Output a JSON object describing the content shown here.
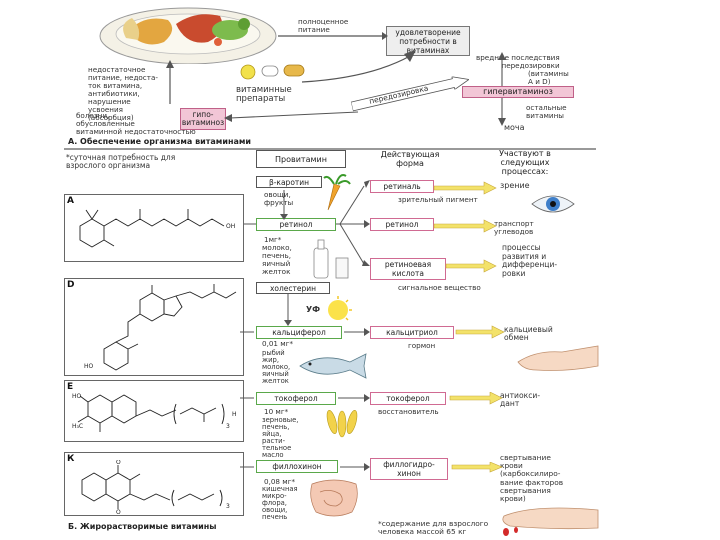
{
  "top": {
    "full_nutrition": "полноценное\nпитание",
    "satisfy_need": "удовлетворение\nпотребности в\nвитаминах",
    "insufficient": "недостаточное\nпитание, недоста-\nток витамина,\nантибиотики,\nнарушение\nусвоения\n(абсорбция)",
    "vitamin_preparations": "витаминные\nпрепараты",
    "harmful": "вредные последствия\nпередозировки",
    "vitamins_ad": "(витамины\nA и D)",
    "hypervitaminosis": "гипервитаминоз",
    "other_vitamins": "остальные\nвитамины",
    "urine": "моча",
    "overdose": "передозировка",
    "hypovitaminosis": "гипо-\nвитаминоз",
    "diseases": "болезни,\nобусловленные\nвитаминной недостаточностью",
    "section_a": "А. Обеспечение организма витаминами"
  },
  "table": {
    "daily_need": "*суточная потребность для\nвзрослого организма",
    "col_provitamin": "Провитамин",
    "col_active_form": "Действующая\nформа",
    "col_participates": "Участвуют в\nследующих\nпроцессах:"
  },
  "row_a": {
    "letter": "А",
    "beta_carotene": "β-каротин",
    "vegetables": "овощи,\nфрукты",
    "retinal": "ретиналь",
    "vision": "зрение",
    "visual_pigment": "зрительный пигмент",
    "retinol_left": "ретинол",
    "retinol_right": "ретинол",
    "transport": "транспорт\nуглеводов",
    "dose": "1мг*",
    "sources": "молоко,\nпечень,\nяичный\nжелток",
    "retinoic_acid": "ретиноевая\nкислота",
    "development": "процессы\nразвития и\nдифференци-\nровки",
    "signal": "сигнальное вещество"
  },
  "row_d": {
    "letter": "D",
    "cholesterol": "холестерин",
    "uv": "УФ",
    "calciferol": "кальциферол",
    "calcitriol": "кальцитриол",
    "calcium": "кальциевый\nобмен",
    "dose": "0,01 мг*",
    "hormone": "гормон",
    "sources": "рыбий\nжир,\nмолоко,\nяичный\nжелток"
  },
  "row_e": {
    "letter": "Е",
    "tocopherol_left": "токоферол",
    "tocopherol_right": "токоферол",
    "antioxidant": "антиокси-\nдант",
    "dose": "10 мг*",
    "reductant": "восстановитель",
    "sources": "зерновые,\nпечень,\nяйца,\nрасти-\nтельное\nмасло"
  },
  "row_k": {
    "letter": "К",
    "phylloquinone": "филлохинон",
    "phylloquinol": "филлогидро-\nхинон",
    "clotting": "свертывание\nкрови\n(карбоксилиро-\nвание факторов\nсвертывания\nкрови)",
    "dose": "0,08 мг*",
    "sources": "кишечная\nмикро-\nфлора,\nовощи,\nпечень"
  },
  "footer": {
    "section_b": "Б. Жирорастворимые витамины",
    "note": "*содержание для взрослого\nчеловека массой 65 кг"
  },
  "colors": {
    "pink": "#f2c6d6",
    "green_border": "#5aa84a",
    "pink_border": "#d06a92",
    "arrow_yellow": "#f3e26a"
  }
}
